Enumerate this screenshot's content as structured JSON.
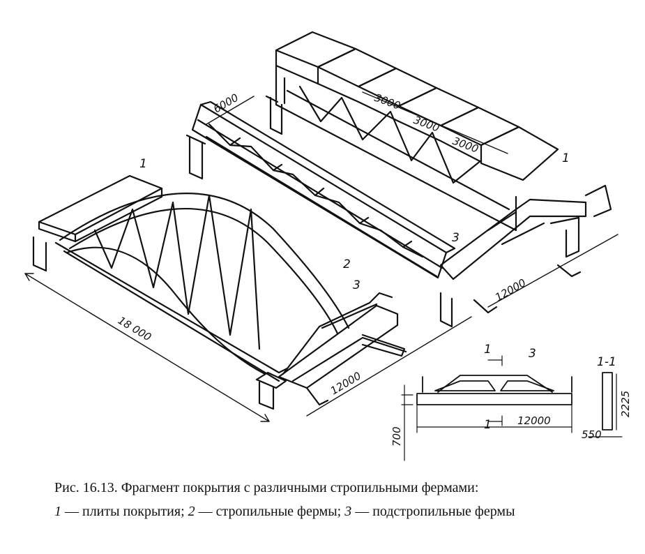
{
  "figure": {
    "labels": {
      "roof_slab_left": "1",
      "roof_slab_right": "1",
      "rafter_truss": "2",
      "sub_truss_front": "3",
      "sub_truss_right": "3",
      "section_mark_top": "1",
      "section_mark_bottom": "1",
      "section_sub_label": "3",
      "section_title": "1-1"
    },
    "dimensions": {
      "span_left": "18 000",
      "span_front": "12000",
      "span_right": "12000",
      "pitch": "6000",
      "slab_1": "3000",
      "slab_2": "3000",
      "slab_3": "3000",
      "section_length": "12000",
      "section_height": "700",
      "section_depth": "2225",
      "section_width": "550"
    }
  },
  "caption": {
    "line1": "Рис. 16.13. Фрагмент покрытия с различными стропильными фермами:",
    "line2": {
      "n1": "1",
      "t1": " — плиты покрытия; ",
      "n2": "2",
      "t2": " — стропильные фермы; ",
      "n3": "3",
      "t3": " — подстропильные фермы"
    }
  }
}
